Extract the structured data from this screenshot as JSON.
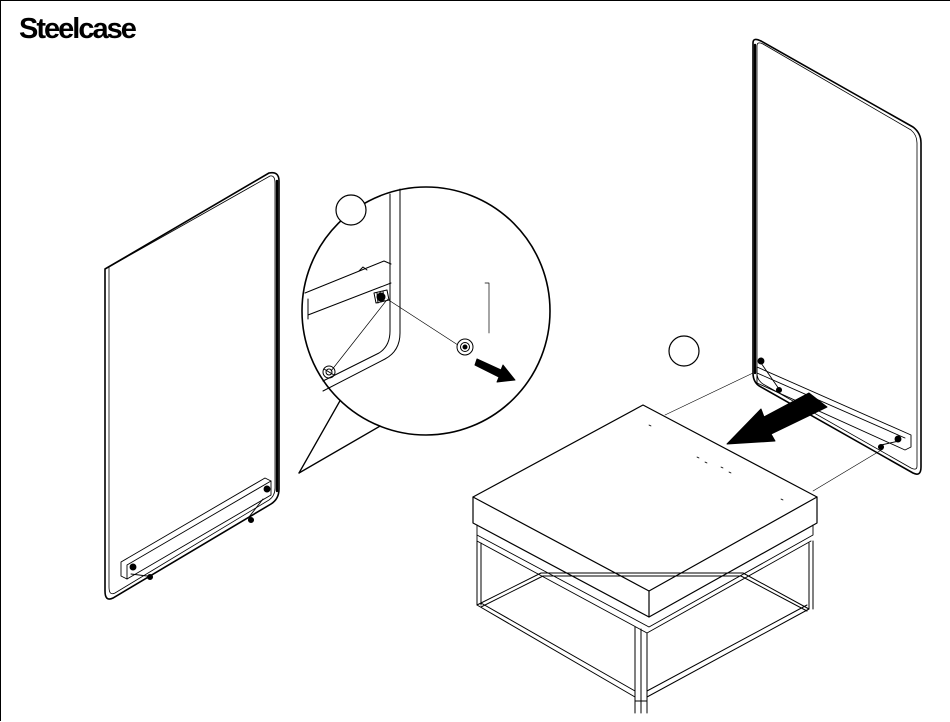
{
  "header": {
    "brand": "Steelcase"
  },
  "diagram": {
    "step_callouts": [
      "",
      ""
    ],
    "arrows": [
      "remove-direction",
      "move-direction"
    ],
    "colors": {
      "line": "#000000",
      "background": "#ffffff",
      "panel": "#ffffff"
    }
  }
}
